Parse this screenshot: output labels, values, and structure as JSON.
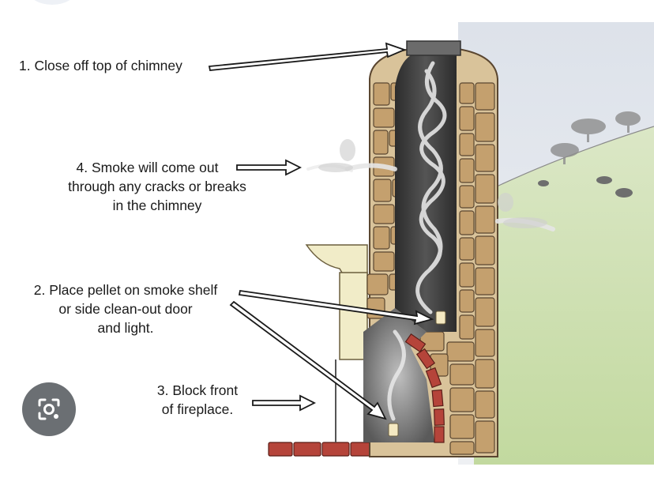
{
  "labels": {
    "step1": [
      "1. Close off top of chimney"
    ],
    "step4": [
      "4. Smoke will come out",
      "through any cracks or breaks",
      "in the chimney"
    ],
    "step2": [
      "2. Place pellet on smoke shelf",
      "or side clean-out door",
      "and light."
    ],
    "step3": [
      "3. Block front",
      "of fireplace."
    ]
  },
  "icons": {
    "lens": "camera-lens-icon"
  },
  "colors": {
    "stone_light": "#d9c39a",
    "stone_mid": "#c4a06e",
    "stone_dark": "#a87d4c",
    "brick": "#b5443a",
    "sky": "#e4e8ef",
    "grass": "#cfe0b0",
    "flue": "#3b3b3b",
    "smoke": "#dcdcdc"
  }
}
